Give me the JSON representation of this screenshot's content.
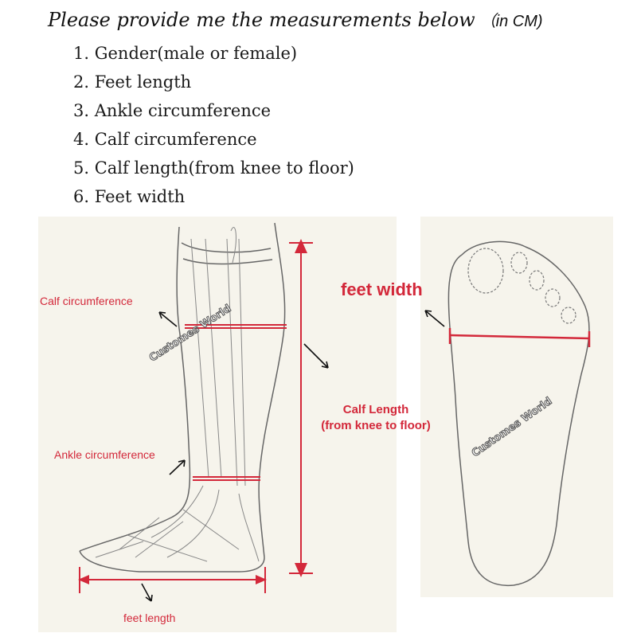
{
  "header": {
    "title": "Please provide me the measurements below",
    "unit": "（in CM)"
  },
  "measurements": [
    "1. Gender(male or female)",
    "2. Feet length",
    "3. Ankle circumference",
    "4. Calf circumference",
    "5. Calf length(from knee to floor)",
    "6. Feet width"
  ],
  "leg_diagram": {
    "calf_circumference": "Calf circumference",
    "ankle_circumference": "Ankle circumference",
    "feet_length": "feet length",
    "calf_length_line1": "Calf Length",
    "calf_length_line2": "(from knee to floor)",
    "watermark": "Customes World"
  },
  "foot_diagram": {
    "feet_width": "feet width",
    "watermark": "Customes World"
  },
  "colors": {
    "accent_red": "#d3283a",
    "panel_bg": "#f6f4ec",
    "sketch": "#555555"
  }
}
